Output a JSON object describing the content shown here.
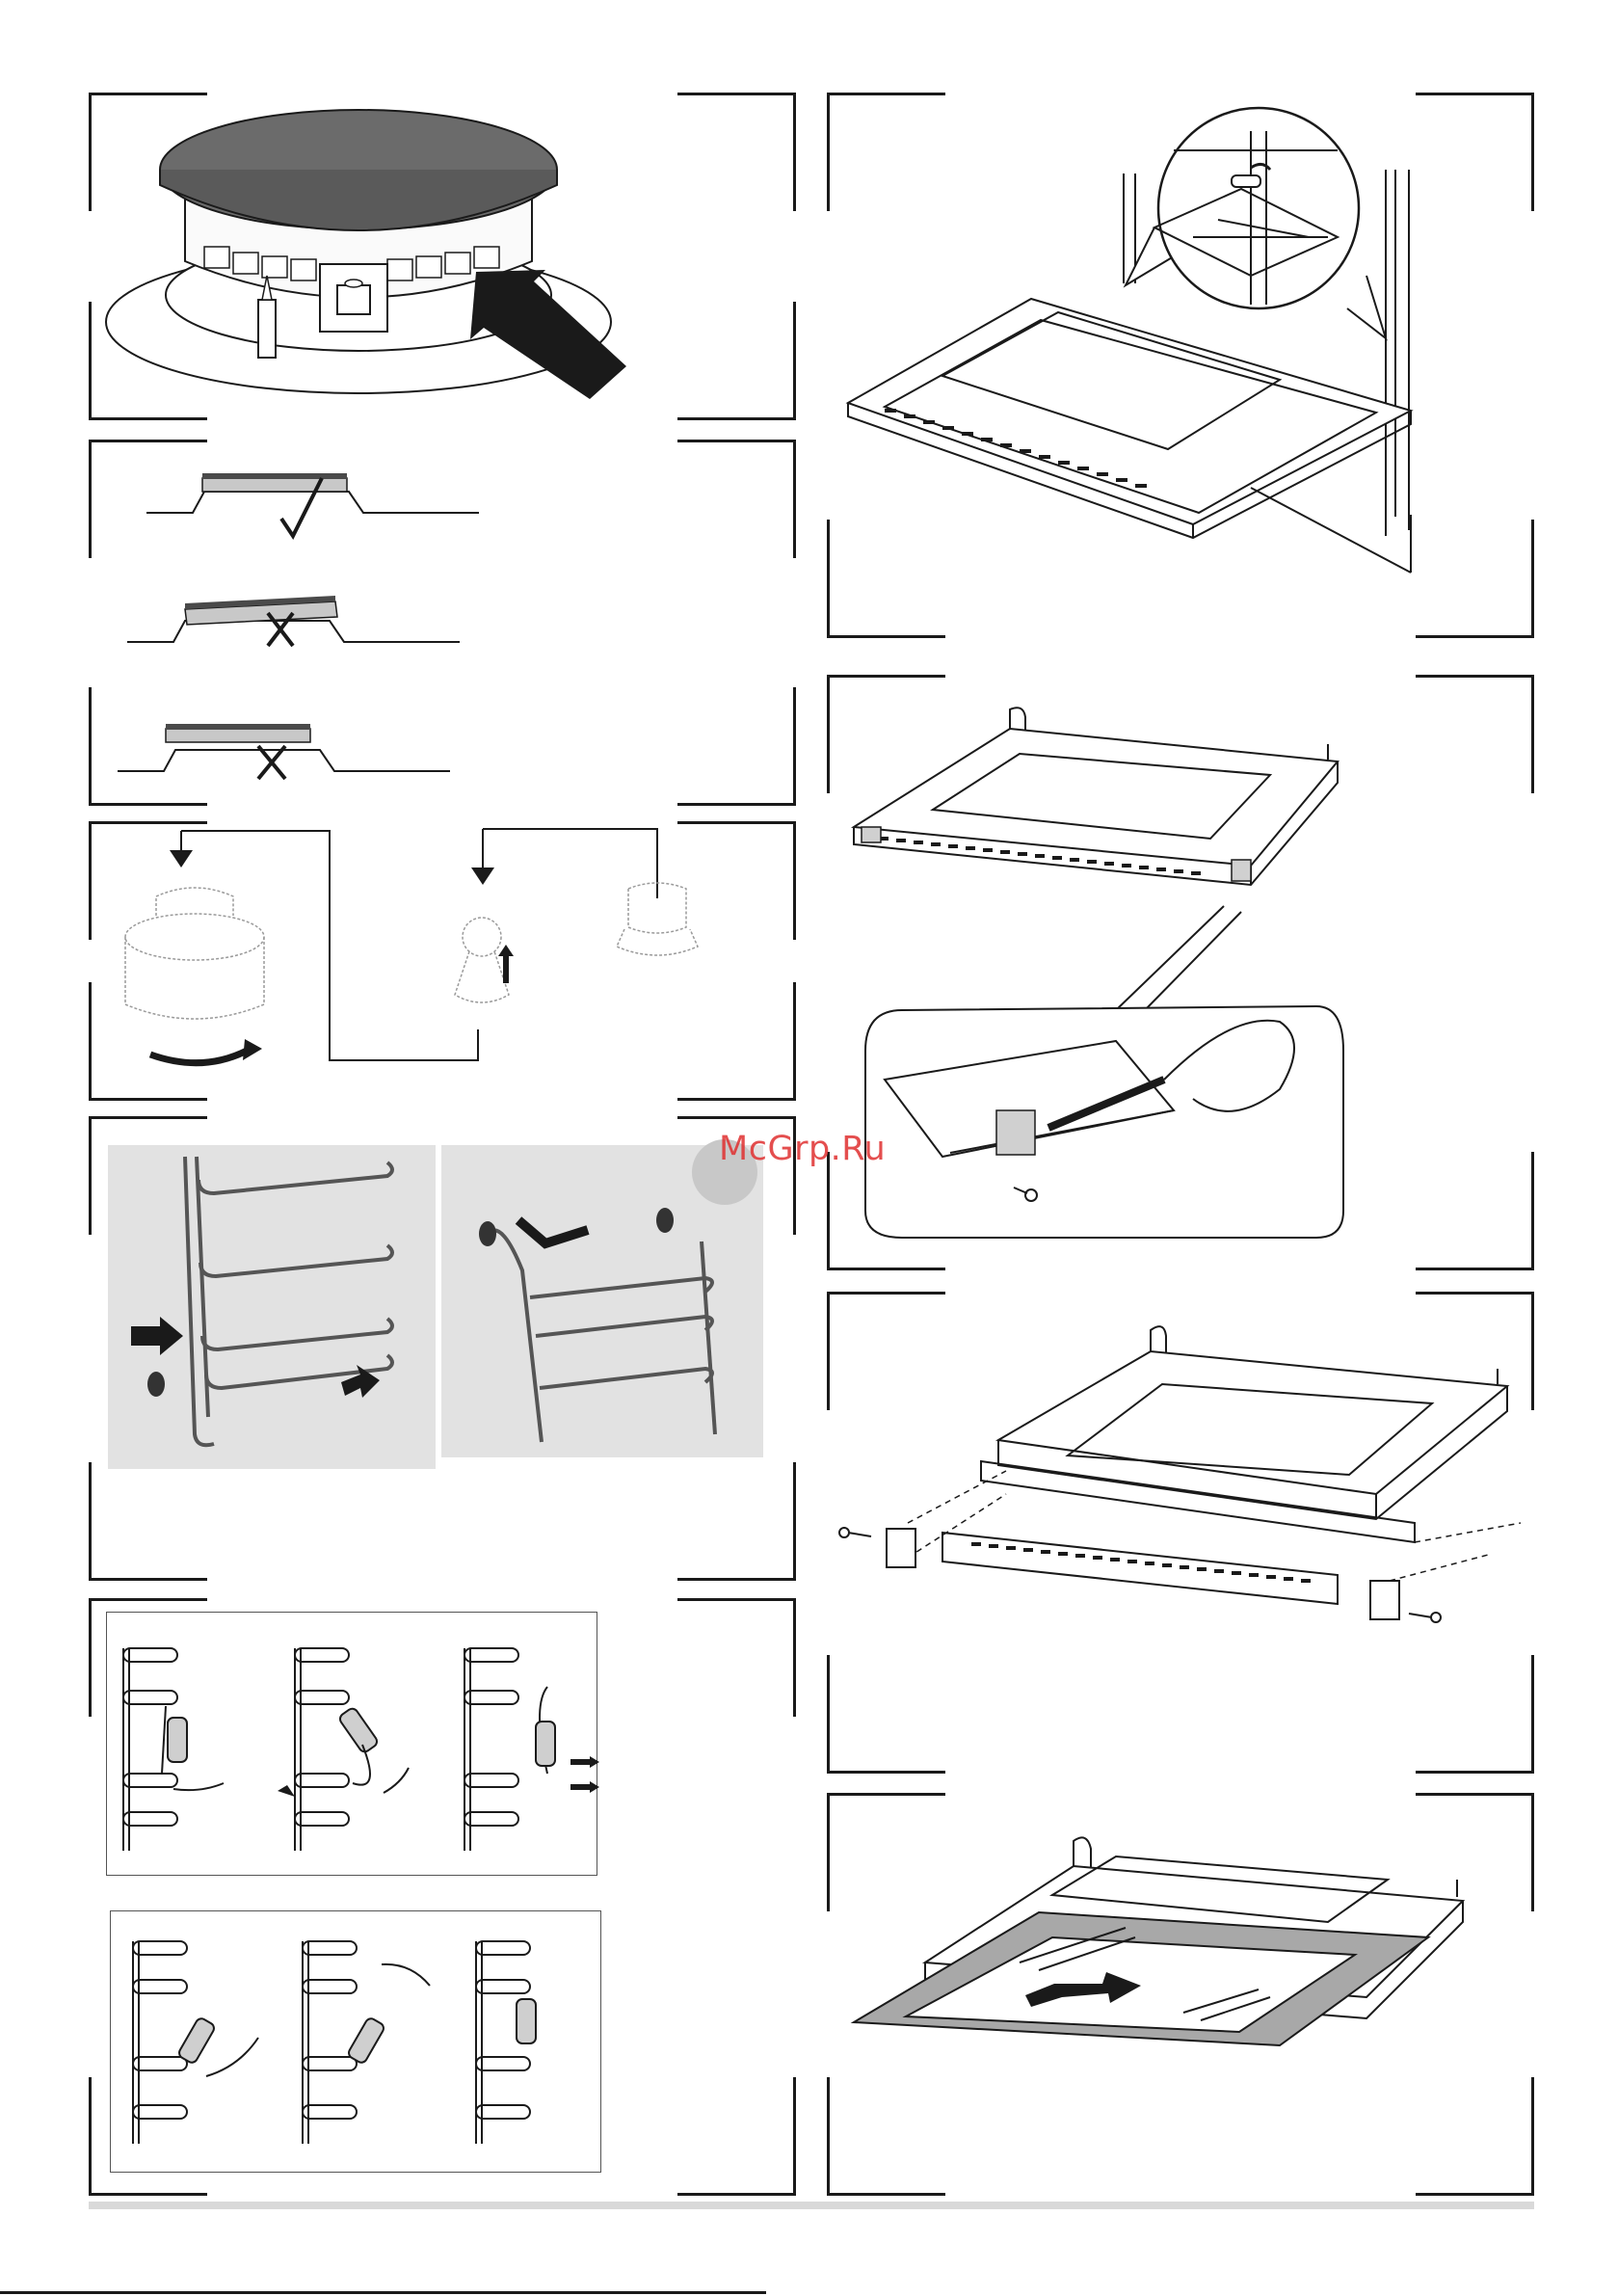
{
  "watermark": {
    "text": "McGrp.Ru",
    "color": "#e03030"
  },
  "footer": {
    "fragment": ""
  },
  "figures": [
    {
      "name": "burner-cap-placement"
    },
    {
      "name": "cap-correct-position"
    },
    {
      "name": "cap-incorrect-tilted"
    },
    {
      "name": "cap-incorrect-offset"
    },
    {
      "name": "oven-lamp-replacement"
    },
    {
      "name": "shelf-guide-hook-removal"
    },
    {
      "name": "telescopic-runner-release"
    },
    {
      "name": "telescopic-runner-fitting"
    },
    {
      "name": "oven-door-removal"
    },
    {
      "name": "door-trim-screw-removal"
    },
    {
      "name": "door-trim-disassembly"
    },
    {
      "name": "door-glass-removal"
    }
  ],
  "colors": {
    "line": "#1a1a1a",
    "panel_gray": "#e2e2e2",
    "cap_fill": "#6b6b6b",
    "arrow": "#1a1a1a"
  }
}
